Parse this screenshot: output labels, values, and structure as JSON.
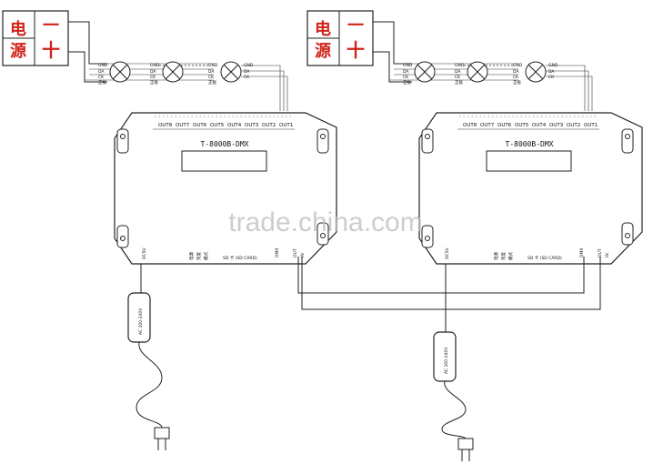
{
  "watermark": "trade.china.com",
  "systems": [
    {
      "psu": {
        "top_char": "电",
        "bottom_char": "源",
        "minus": "一",
        "plus": "十"
      },
      "controller": {
        "model": "T-8000B-DMX",
        "outputs": [
          "OUT8",
          "OUT7",
          "OUT6",
          "OUT5",
          "OUT4",
          "OUT3",
          "OUT2",
          "OUT1"
        ],
        "power_label": "DC5V",
        "button_labels": [
          "电源",
          "亮度",
          "模式"
        ],
        "sd_label": "SD 卡 (SD CARD)",
        "dmx_labels": [
          "DMX",
          "OUT",
          "IN"
        ]
      },
      "adapter_label": "AC 100-240V",
      "lamp_labels": [
        "GND",
        "DA",
        "CK",
        "正极"
      ]
    },
    {
      "psu": {
        "top_char": "电",
        "bottom_char": "源",
        "minus": "一",
        "plus": "十"
      },
      "controller": {
        "model": "T-8000B-DMX",
        "outputs": [
          "OUT8",
          "OUT7",
          "OUT6",
          "OUT5",
          "OUT4",
          "OUT3",
          "OUT2",
          "OUT1"
        ],
        "power_label": "DC5V",
        "button_labels": [
          "电源",
          "亮度",
          "模式"
        ],
        "sd_label": "SD 卡 (SD CARD)",
        "dmx_labels": [
          "DMX",
          "OUT",
          "IN"
        ]
      },
      "adapter_label": "AC 100-240V",
      "lamp_labels": [
        "GND",
        "DA",
        "CK",
        "正极"
      ]
    }
  ]
}
